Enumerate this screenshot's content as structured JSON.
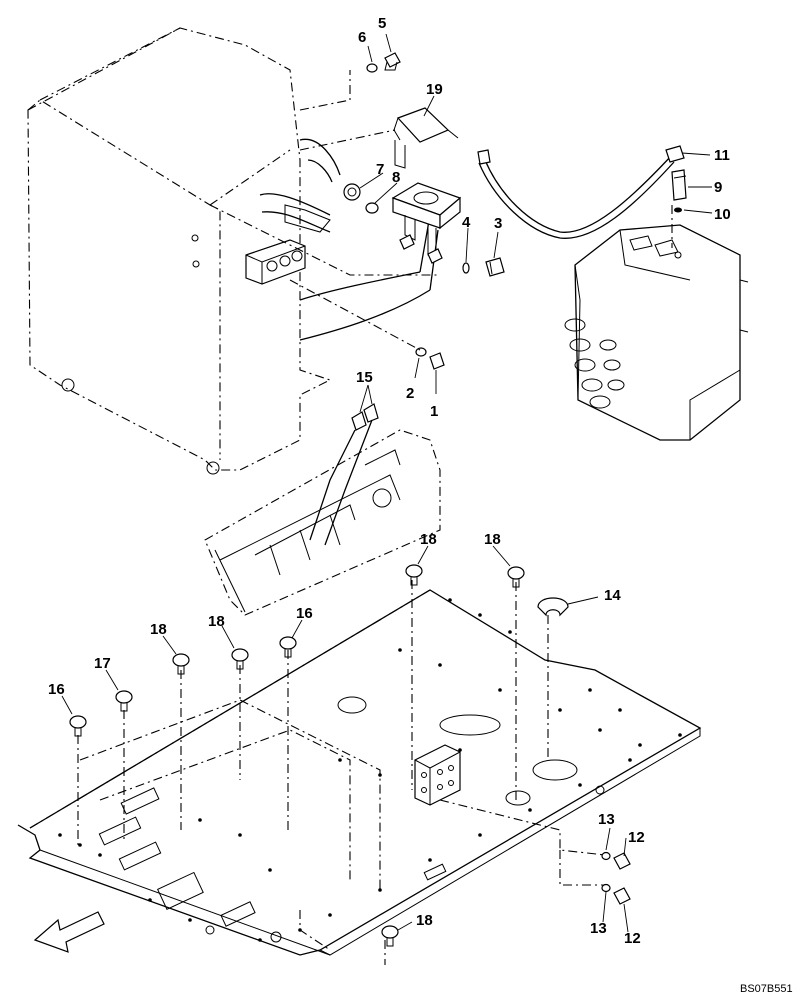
{
  "drawing_ref": "BS07B551",
  "callouts": [
    "1",
    "2",
    "3",
    "4",
    "5",
    "6",
    "7",
    "8",
    "9",
    "10",
    "11",
    "12",
    "13",
    "14",
    "15",
    "16",
    "17",
    "18",
    "19"
  ],
  "labels": {
    "c1": "1",
    "c2": "2",
    "c3": "3",
    "c4": "4",
    "c5": "5",
    "c6": "6",
    "c7": "7",
    "c8": "8",
    "c9": "9",
    "c10": "10",
    "c11": "11",
    "c12a": "12",
    "c12b": "12",
    "c13a": "13",
    "c13b": "13",
    "c14": "14",
    "c15": "15",
    "c16a": "16",
    "c16b": "16",
    "c17": "17",
    "c18a": "18",
    "c18b": "18",
    "c18c": "18",
    "c18d": "18",
    "c18e": "18",
    "c19": "19"
  },
  "icons": [
    "arrow-left-down-icon"
  ]
}
